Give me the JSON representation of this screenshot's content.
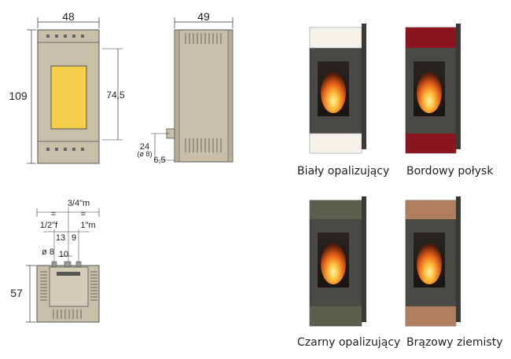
{
  "drawings": {
    "front": {
      "width_label": "48",
      "height_label": "109",
      "glass_label": "74,5"
    },
    "side": {
      "depth_label": "49",
      "pipe_height_label": "24",
      "pipe_dia_label": "(ø 8)",
      "pipe_offset_label": "6,5"
    },
    "back": {
      "height_label": "57",
      "top_label": "3/4\"m",
      "equal_left": "=",
      "equal_right": "=",
      "left_conn_label": "1/2\"f",
      "right_conn_label": "1\"m",
      "spacing_a": "13",
      "spacing_b": "9",
      "dia_label": "ø 8",
      "spacing_c": "10"
    }
  },
  "colors": {
    "body_beige": "#c8bfa8",
    "glass_yellow": "#f7cf4a",
    "stove_dark": "#4a4a44",
    "white_variant": "#f3f1ea",
    "bordeaux_variant": "#8c1522",
    "black_variant": "#5b5f4c",
    "brown_variant": "#b07e5e"
  },
  "variants": [
    {
      "name": "Biały opalizujący",
      "color": "#f3f1ea"
    },
    {
      "name": "Bordowy połysk",
      "color": "#8c1522"
    },
    {
      "name": "Czarny opalizujący",
      "color": "#5b5f4c"
    },
    {
      "name": "Brązowy ziemisty",
      "color": "#b07e5e"
    }
  ]
}
